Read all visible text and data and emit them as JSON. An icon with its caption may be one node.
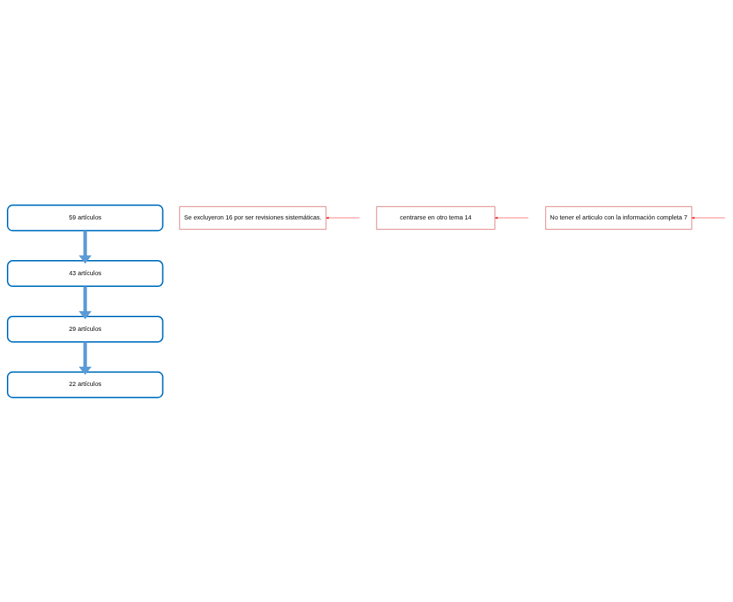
{
  "diagram": {
    "nodes": [
      {
        "text": [
          "59 artículos"
        ]
      },
      {
        "text": [
          "Se excluyeron 16 por ser revisiones sistemáticas."
        ]
      },
      {
        "text": [
          "43 artículos"
        ]
      },
      {
        "text": [
          "centrarse en otro tema 14"
        ]
      },
      {
        "text": [
          "29 artículos"
        ]
      },
      {
        "text": [
          "No tener el articulo con la información completa 7"
        ]
      },
      {
        "text": [
          "22 artículos"
        ]
      }
    ],
    "edges": [
      {
        "from": 0,
        "to": 2,
        "arrow": "to",
        "style": "thick",
        "color": "#5b9bd5"
      },
      {
        "from": null,
        "to": 1,
        "arrow": "to",
        "color": "#ff0000"
      },
      {
        "from": 2,
        "to": 4,
        "arrow": "to",
        "style": "thick",
        "color": "#5b9bd5"
      },
      {
        "from": null,
        "to": 3,
        "arrow": "to",
        "color": "#ff0000"
      },
      {
        "from": 4,
        "to": 6,
        "arrow": "to",
        "style": "thick",
        "color": "#5b9bd5"
      },
      {
        "from": null,
        "to": 5,
        "arrow": "to",
        "color": "#ff0000"
      }
    ]
  }
}
